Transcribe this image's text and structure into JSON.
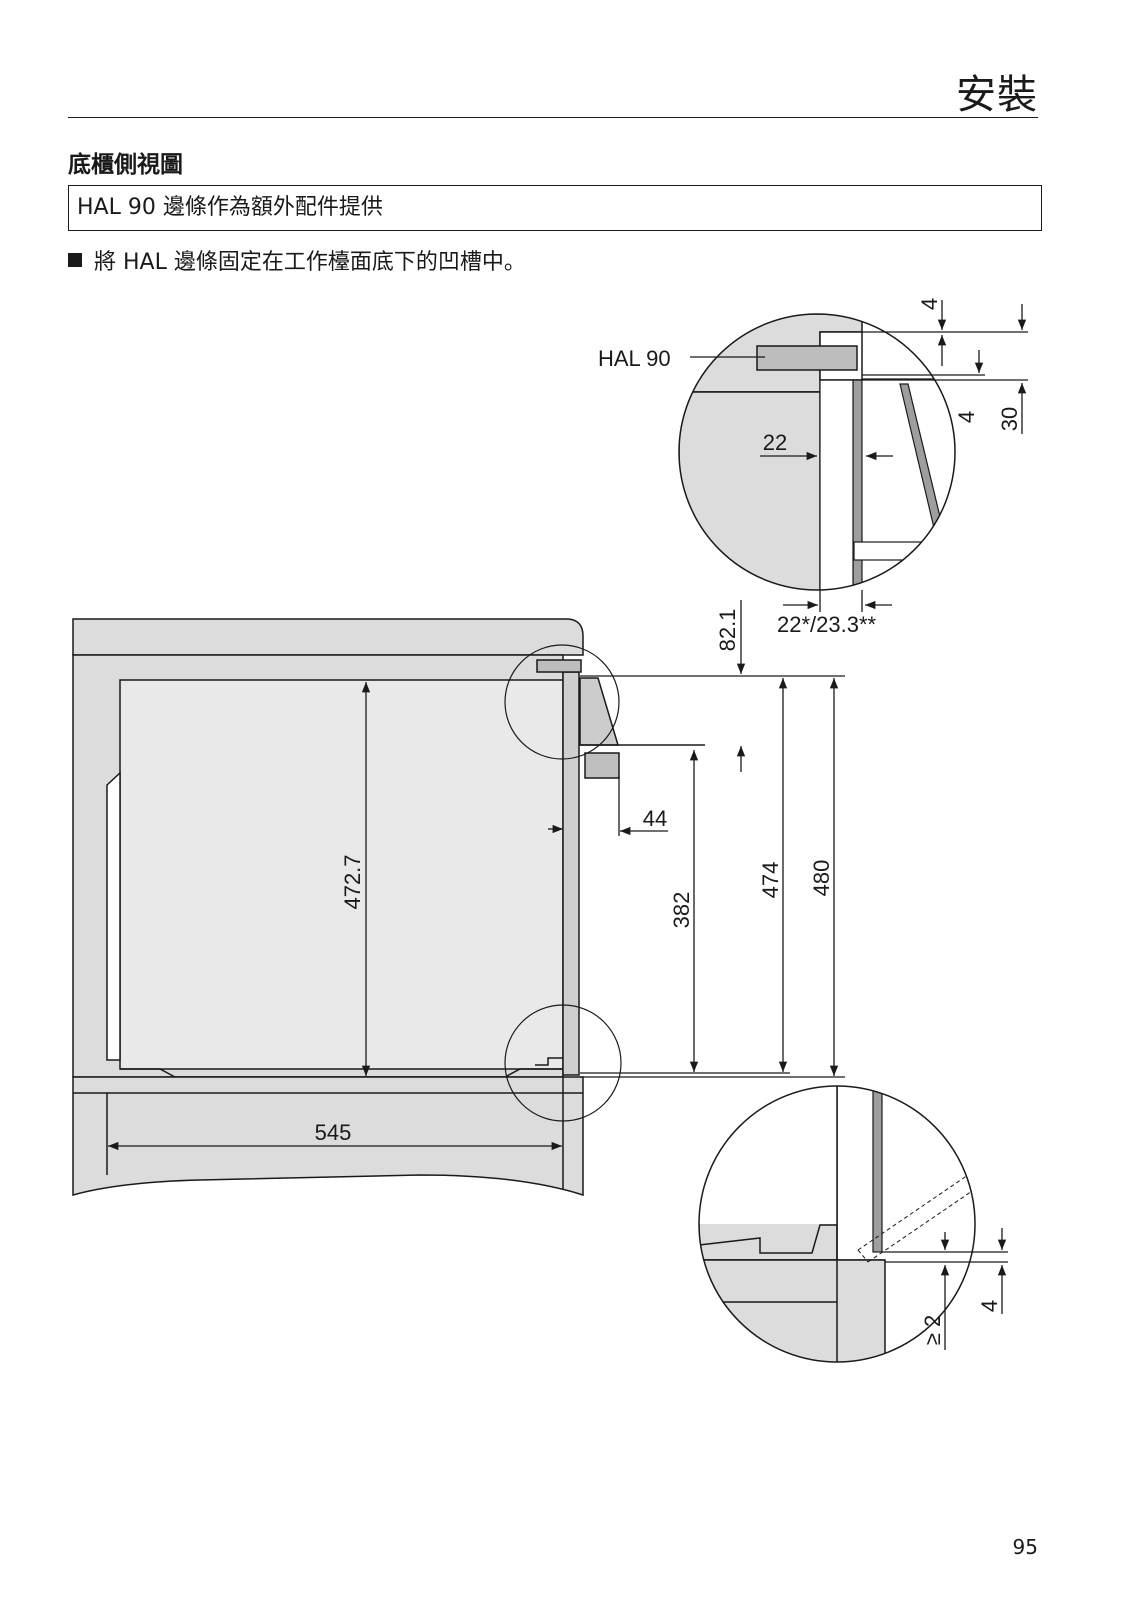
{
  "header": {
    "section_title": "安裝"
  },
  "content": {
    "heading": "底櫃側視圖",
    "note": "HAL 90 邊條作為額外配件提供",
    "instruction": "將 HAL 邊條固定在工作檯面底下的凹槽中。"
  },
  "diagram": {
    "callout_label": "HAL 90",
    "dimensions": {
      "top_gap": "4",
      "strip_gap": "4",
      "strip_height": "30",
      "depth_22": "22",
      "front_thickness": "22*/23.3**",
      "top_offset": "82.1",
      "inner_height": "472.7",
      "gap_44": "44",
      "height_382": "382",
      "height_474": "474",
      "height_480": "480",
      "depth_545": "545",
      "bottom_gap": "4",
      "min_gap": "≥ 2"
    }
  },
  "footer": {
    "page_number": "95"
  }
}
